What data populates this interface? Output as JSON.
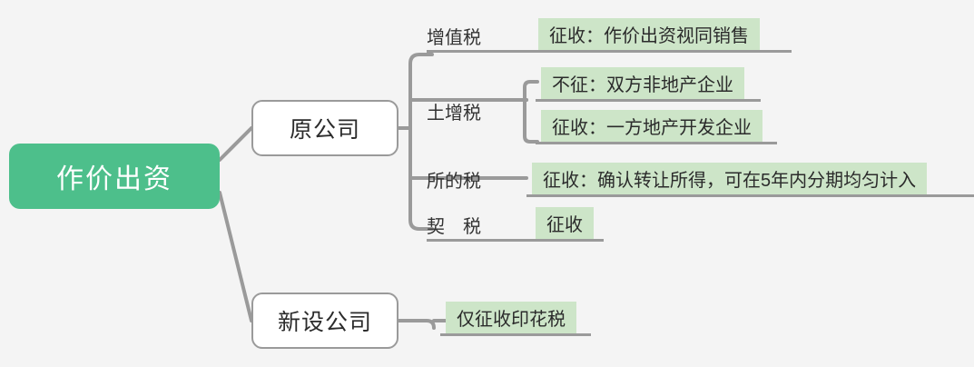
{
  "diagram": {
    "type": "mind-map",
    "title": "作价出资",
    "colors": {
      "root_fill": "#4dbf8b",
      "root_text": "#ffffff",
      "leaf_fill": "#cde5c8",
      "line": "#9a9a9a",
      "node_border": "#9a9a9a",
      "node_fill": "#ffffff",
      "background": "#f4f4f4",
      "text": "#2b2b2b"
    },
    "root": {
      "label": "作价出资"
    },
    "children": [
      {
        "label": "原公司",
        "branches": [
          {
            "label": "增值税",
            "leaves": [
              {
                "text": "征收：作价出资视同销售"
              }
            ]
          },
          {
            "label": "土增税",
            "leaves": [
              {
                "text": "不征：双方非地产企业"
              },
              {
                "text": "征收：一方地产开发企业"
              }
            ]
          },
          {
            "label": "所的税",
            "leaves": [
              {
                "text": "征收：确认转让所得，可在5年内分期均匀计入"
              }
            ]
          },
          {
            "label": "契　税",
            "leaves": [
              {
                "text": "征收"
              }
            ]
          }
        ]
      },
      {
        "label": "新设公司",
        "branches": [
          {
            "label": "",
            "leaves": [
              {
                "text": "仅征收印花税"
              }
            ]
          }
        ]
      }
    ]
  }
}
